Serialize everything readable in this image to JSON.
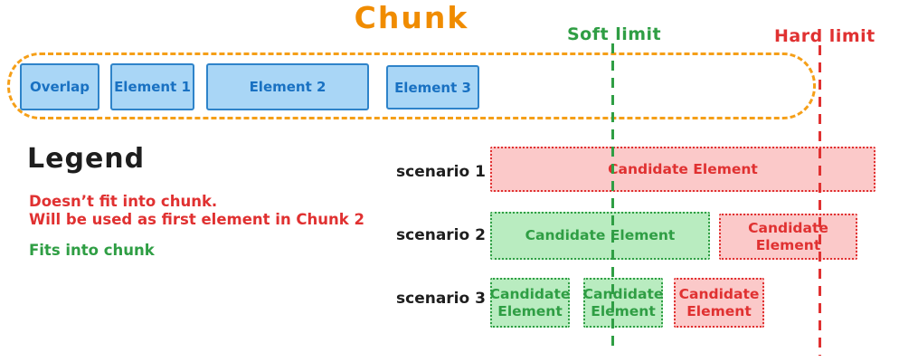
{
  "title": "Chunk",
  "limits": {
    "soft_label": "Soft limit",
    "hard_label": "Hard limit"
  },
  "chunk": {
    "elements": [
      "Overlap",
      "Element 1",
      "Element 2",
      "Element 3"
    ]
  },
  "legend": {
    "heading": "Legend",
    "red_note": "Doesn’t fit into chunk.\nWill be used as first element in Chunk 2",
    "green_note": "Fits into chunk"
  },
  "scenarios": [
    {
      "label": "scenario 1",
      "boxes": [
        {
          "text": "Candidate Element",
          "status": "doesnt-fit"
        }
      ]
    },
    {
      "label": "scenario 2",
      "boxes": [
        {
          "text": "Candidate Element",
          "status": "fits"
        },
        {
          "text": "Candidate\nElement",
          "status": "doesnt-fit"
        }
      ]
    },
    {
      "label": "scenario 3",
      "boxes": [
        {
          "text": "Candidate\nElement",
          "status": "fits"
        },
        {
          "text": "Candidate\nElement",
          "status": "fits"
        },
        {
          "text": "Candidate\nElement",
          "status": "doesnt-fit"
        }
      ]
    }
  ],
  "colors": {
    "orange": "#f08c00",
    "blue_stroke": "#1971c2",
    "blue_fill": "#a9d6f6",
    "green": "#2f9e44",
    "green_fill": "#b9ecc0",
    "red": "#e03131",
    "red_fill": "#fbc9c9",
    "text": "#1e1e1e"
  }
}
